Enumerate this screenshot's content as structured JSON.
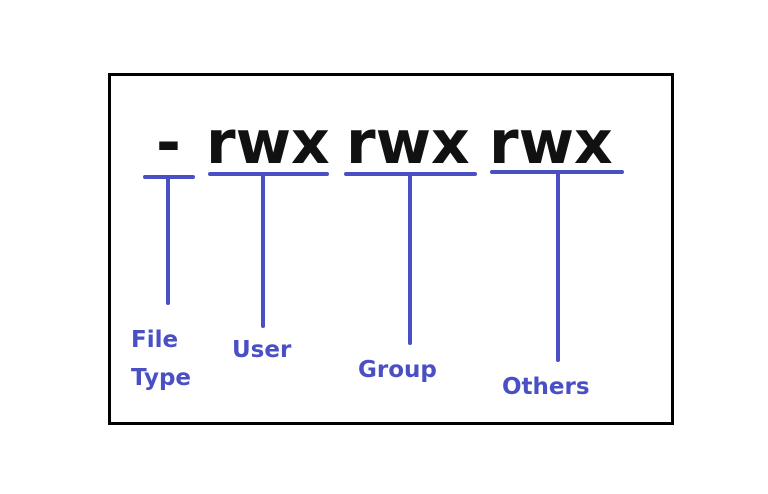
{
  "permissions": {
    "type_char": "-",
    "user": "rwx",
    "group": "rwx",
    "others": "rwx"
  },
  "labels": {
    "file_type": "File\nType",
    "user": "User",
    "group": "Group",
    "others": "Others"
  },
  "colors": {
    "accent": "#4a4fc4",
    "text": "#111111",
    "border": "#000000"
  }
}
